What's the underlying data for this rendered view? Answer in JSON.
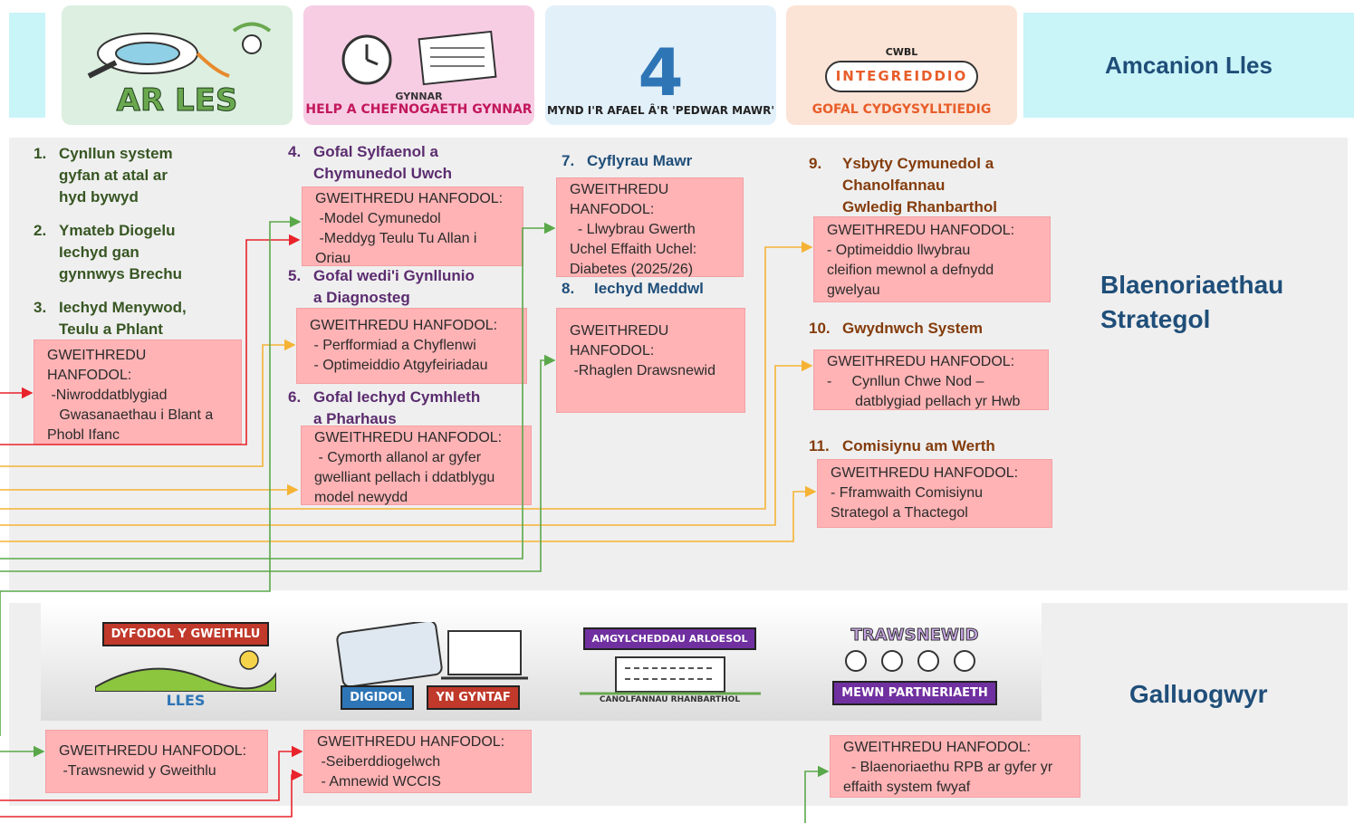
{
  "header": {
    "title": "Amcanion Lles",
    "tiles": [
      {
        "lines": [
          "AR LES"
        ],
        "bg": "#dcefe0",
        "color": "#6aa84f"
      },
      {
        "lines": [
          "GYNNAR",
          "HELP A CHEFNOGAETH GYNNAR"
        ],
        "bg": "#f7cde4",
        "color": "#c2185b"
      },
      {
        "lines": [
          "4",
          "MYND I'R AFAEL Â'R 'PEDWAR MAWR'"
        ],
        "bg": "#e2f0fa",
        "color": "#2e75b6"
      },
      {
        "lines": [
          "CWBL",
          "INTEGREIDDIO",
          "GOFAL CYDGYSYLLTIEDIG"
        ],
        "bg": "#fbe3d6",
        "color": "#e85d2a"
      }
    ]
  },
  "strategic": {
    "label_line1": "Blaenoriaethau",
    "label_line2": "Strategol",
    "items": [
      {
        "num": "1.",
        "title": "Cynllun system\ngyfan at atal ar\nhyd bywyd"
      },
      {
        "num": "2.",
        "title": "Ymateb Diogelu\nIechyd gan\ngynnwys Brechu"
      },
      {
        "num": "3.",
        "title": "Iechyd Menywod,\nTeulu a Phlant"
      },
      {
        "num": "4.",
        "title": "Gofal Sylfaenol a\nChymunedol Uwch"
      },
      {
        "num": "5.",
        "title": "Gofal wedi'i Gynllunio\na Diagnosteg"
      },
      {
        "num": "6.",
        "title": "Gofal Iechyd Cymhleth\na Pharhaus"
      },
      {
        "num": "7.",
        "title": "Cyflyrau Mawr"
      },
      {
        "num": "8.",
        "title": "Iechyd Meddwl"
      },
      {
        "num": "9.",
        "title": "Ysbyty Cymunedol a\nChanolfannau\nGwledig Rhanbarthol"
      },
      {
        "num": "10.",
        "title": "Gwydnwch System"
      },
      {
        "num": "11.",
        "title": "Comisiynu am Werth"
      }
    ],
    "boxes": [
      {
        "lines": [
          "GWEITHREDU",
          "HANFODOL:",
          " -Niwroddatblygiad",
          "   Gwasanaethau i Blant a",
          "Phobl Ifanc"
        ]
      },
      {
        "lines": [
          "GWEITHREDU HANFODOL:",
          " -Model Cymunedol",
          " -Meddyg Teulu Tu Allan i",
          "Oriau"
        ]
      },
      {
        "lines": [
          "GWEITHREDU HANFODOL:",
          " - Perfformiad a Chyflenwi",
          " - Optimeiddio Atgyfeiriadau"
        ]
      },
      {
        "lines": [
          "GWEITHREDU HANFODOL:",
          " - Cymorth allanol ar gyfer",
          "gwelliant pellach i ddatblygu",
          "model newydd"
        ]
      },
      {
        "lines": [
          "GWEITHREDU",
          "HANFODOL:",
          "  - Llwybrau Gwerth",
          "Uchel Effaith Uchel:",
          "Diabetes (2025/26)"
        ]
      },
      {
        "lines": [
          "GWEITHREDU",
          "HANFODOL:",
          " -Rhaglen Drawsnewid"
        ]
      },
      {
        "lines": [
          "GWEITHREDU HANFODOL:",
          "- Optimeiddio llwybrau",
          "cleifion mewnol a defnydd",
          "gwelyau"
        ]
      },
      {
        "lines": [
          "GWEITHREDU HANFODOL:",
          "-     Cynllun Chwe Nod –",
          "       datblygiad pellach yr Hwb"
        ]
      },
      {
        "lines": [
          "GWEITHREDU HANFODOL:",
          "- Fframwaith Comisiynu",
          "Strategol a Thactegol"
        ]
      }
    ]
  },
  "enablers": {
    "label": "Galluogwyr",
    "tiles": [
      {
        "banner": "DYFODOL Y GWEITHLU",
        "sub": "LLES",
        "color": "#c0392b"
      },
      {
        "banner": "DIGIDOL",
        "sub": "YN GYNTAF",
        "color": "#2e75b6"
      },
      {
        "banner": "AMGYLCHEDDAU ARLOESOL",
        "sub": "CANOLFANNAU RHANBARTHOL",
        "color": "#7030a0"
      },
      {
        "banner": "TRAWSNEWID",
        "sub": "MEWN PARTNERIAETH",
        "color": "#7030a0"
      }
    ],
    "boxes": [
      {
        "lines": [
          "GWEITHREDU HANFODOL:",
          " -Trawsnewid y Gweithlu"
        ]
      },
      {
        "lines": [
          "GWEITHREDU HANFODOL:",
          " -Seiberddiogelwch",
          " - Amnewid WCCIS"
        ]
      },
      {
        "lines": [
          "GWEITHREDU HANFODOL:",
          "  - Blaenoriaethu RPB ar gyfer yr",
          "effaith system fwyaf"
        ]
      }
    ]
  },
  "colors": {
    "box_fill": "#ffb3b5",
    "red_line": "#e8232b",
    "orange_line": "#f5b335",
    "green_line": "#5aa84a",
    "section_bg": "#efefef",
    "header_bg": "#c9f4f8"
  }
}
